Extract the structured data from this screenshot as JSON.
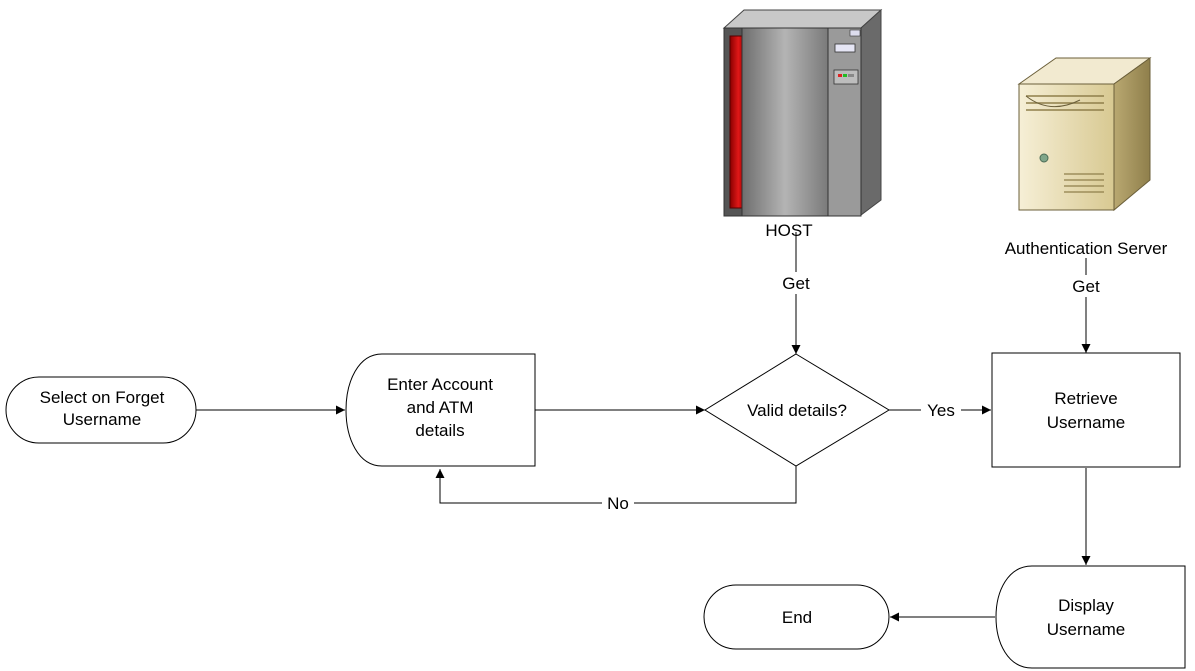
{
  "nodes": {
    "start": {
      "lines": [
        "Select on Forget",
        "Username"
      ]
    },
    "enter": {
      "lines": [
        "Enter Account",
        "and ATM",
        "details"
      ]
    },
    "valid": {
      "lines": [
        "Valid details?"
      ]
    },
    "retrieve": {
      "lines": [
        "Retrieve",
        "Username"
      ]
    },
    "display": {
      "lines": [
        "Display",
        "Username"
      ]
    },
    "end": {
      "lines": [
        "End"
      ]
    }
  },
  "devices": {
    "host": {
      "label": "HOST",
      "icon": "mainframe-icon"
    },
    "auth": {
      "label": "Authentication Server",
      "icon": "server-tower-icon"
    }
  },
  "edges": {
    "host_get": "Get",
    "auth_get": "Get",
    "yes": "Yes",
    "no": "No"
  },
  "colors": {
    "host_red": "#cc1111",
    "host_grey": "#8c8c8c",
    "server_beige": "#e8ddb5"
  }
}
